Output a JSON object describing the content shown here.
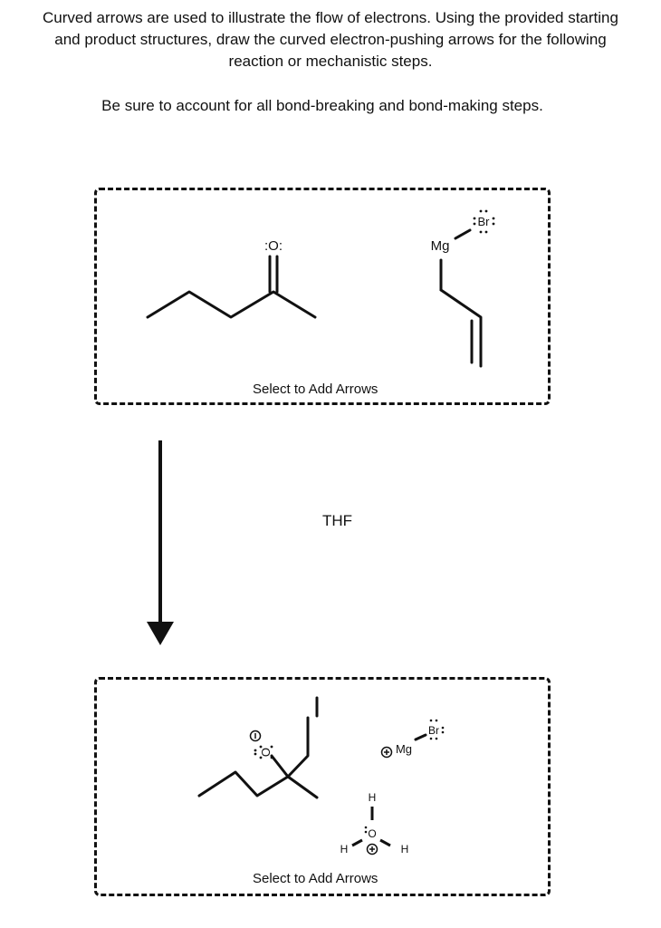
{
  "instructions": {
    "line1": "Curved arrows are used to illustrate the flow of electrons. Using the provided starting",
    "line2": "and product structures, draw the curved electron-pushing arrows for the following",
    "line3": "reaction or mechanistic steps.",
    "note": "Be sure to account for all bond-breaking and bond-making steps."
  },
  "start_panel": {
    "add_arrows_label": "Select to Add Arrows",
    "ketone_oxygen": ":O:",
    "grignard_metal": "Mg",
    "grignard_halide": "Br"
  },
  "reaction": {
    "reagent": "THF"
  },
  "product_panel": {
    "add_arrows_label": "Select to Add Arrows",
    "alkoxide_oxygen": "O",
    "metal": "Mg",
    "halide": "Br",
    "water_oxygen": "O",
    "water_h_top": "H",
    "water_h_left": "H",
    "water_h_right": "H"
  }
}
